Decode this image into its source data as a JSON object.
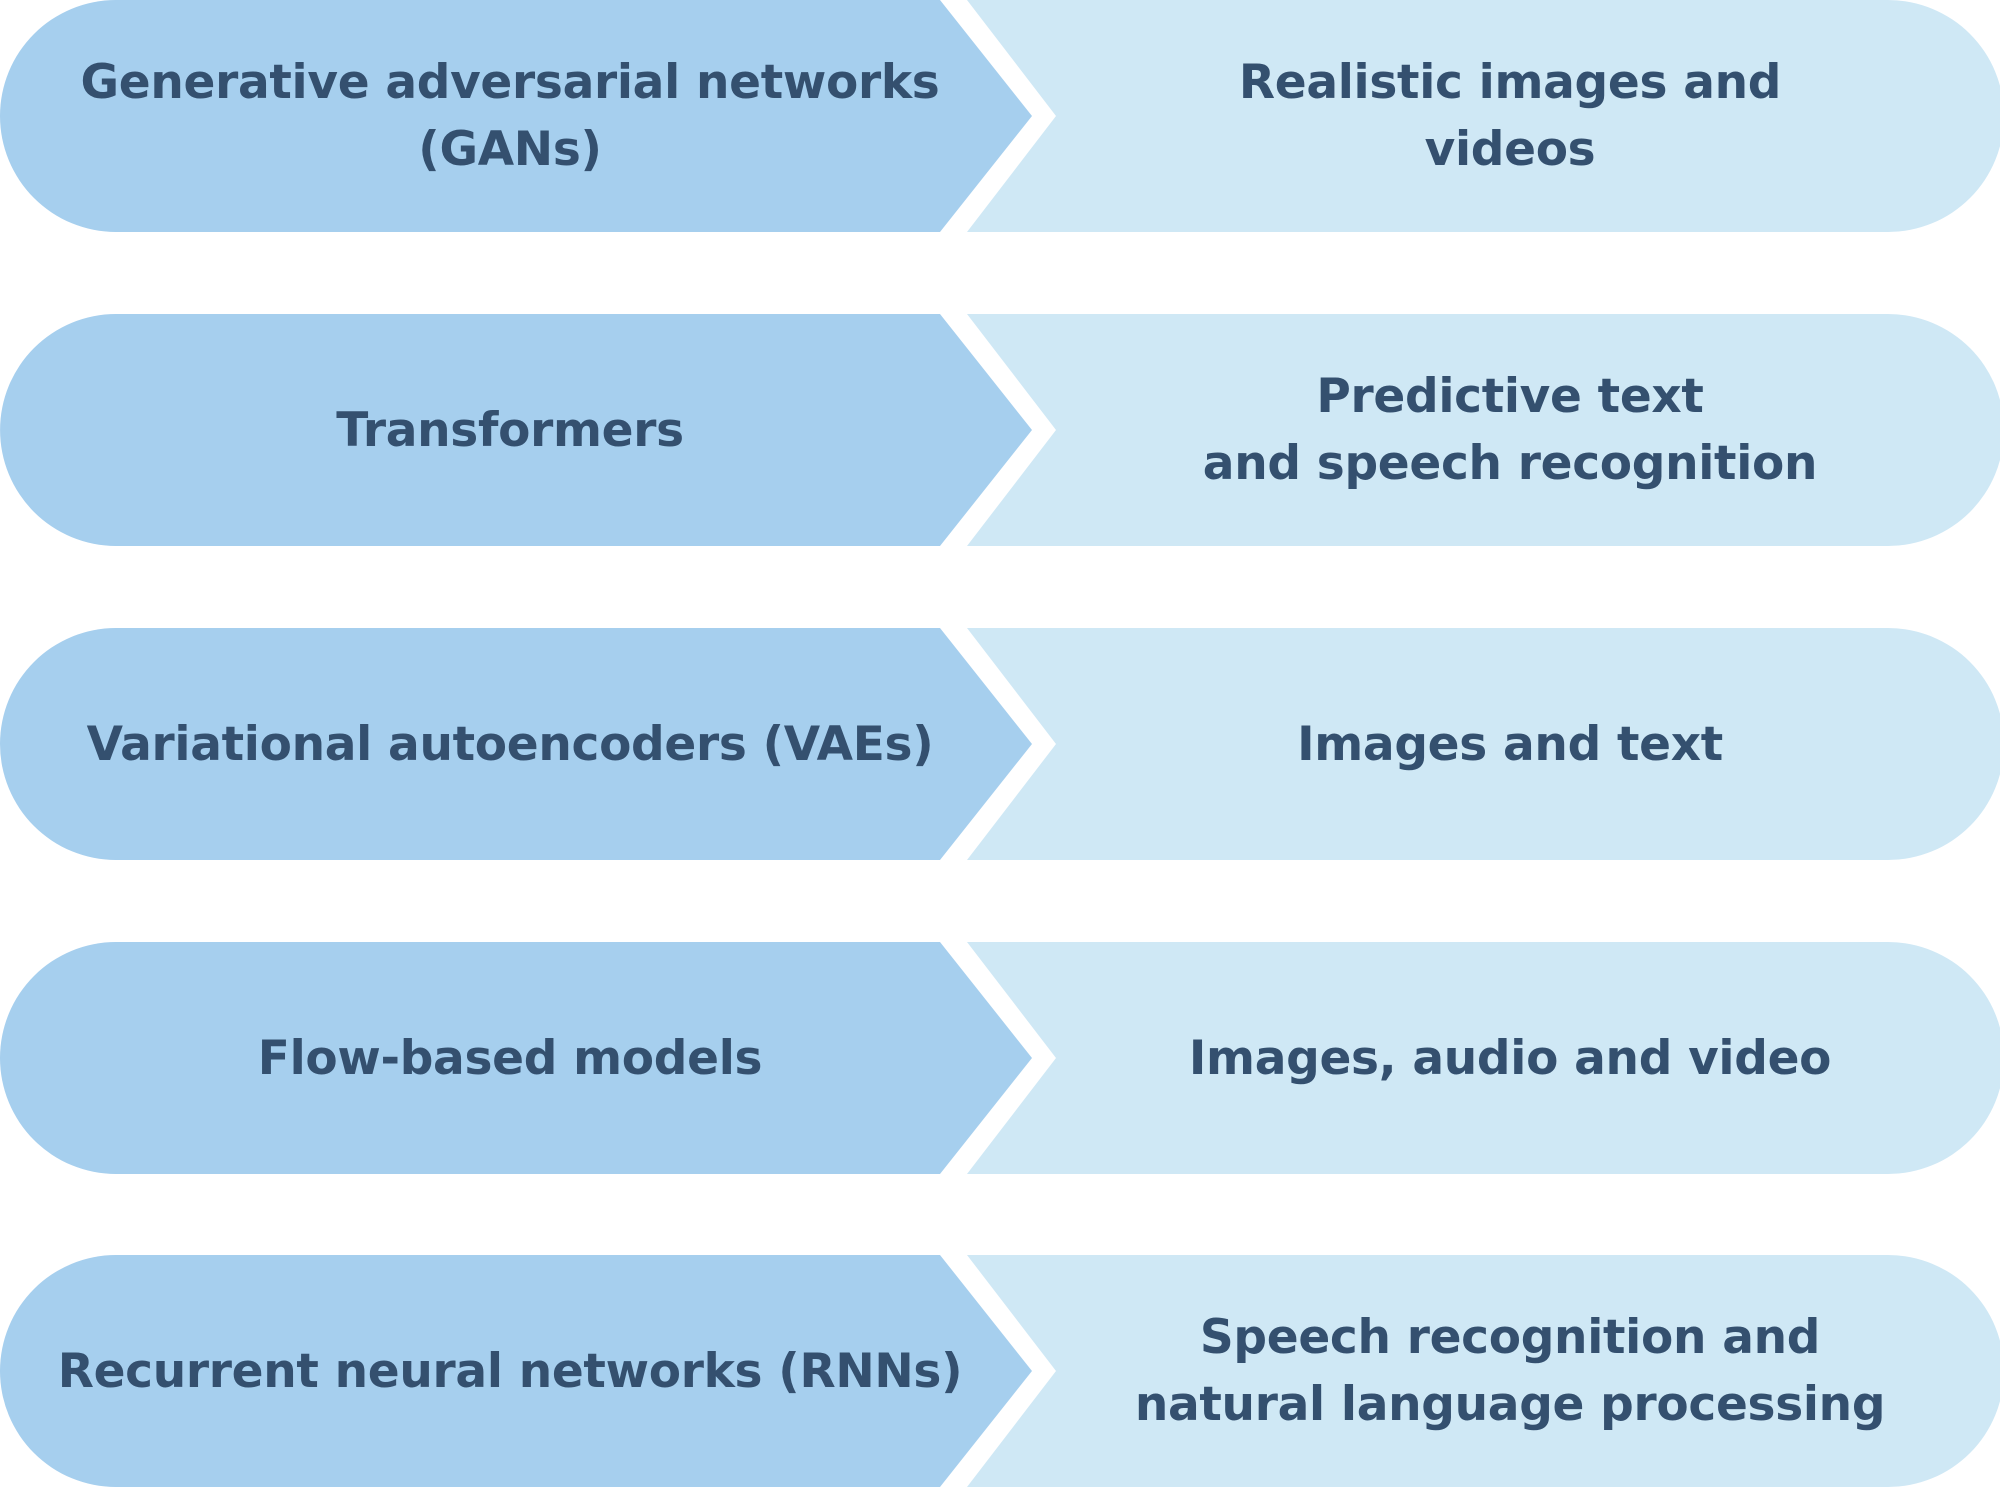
{
  "colors": {
    "model_fill": "#a6cfee",
    "use_fill": "#cfe8f5",
    "text": "#34506f",
    "background": "#ffffff"
  },
  "rows": [
    {
      "model": "Generative adversarial networks\n(GANs)",
      "use": "Realistic images and\nvideos"
    },
    {
      "model": "Transformers",
      "use": "Predictive text\nand speech recognition"
    },
    {
      "model": "Variational autoencoders (VAEs)",
      "use": "Images and text"
    },
    {
      "model": "Flow-based models",
      "use": "Images, audio and video"
    },
    {
      "model": "Recurrent neural networks (RNNs)",
      "use": "Speech recognition and\nnatural language processing"
    }
  ]
}
